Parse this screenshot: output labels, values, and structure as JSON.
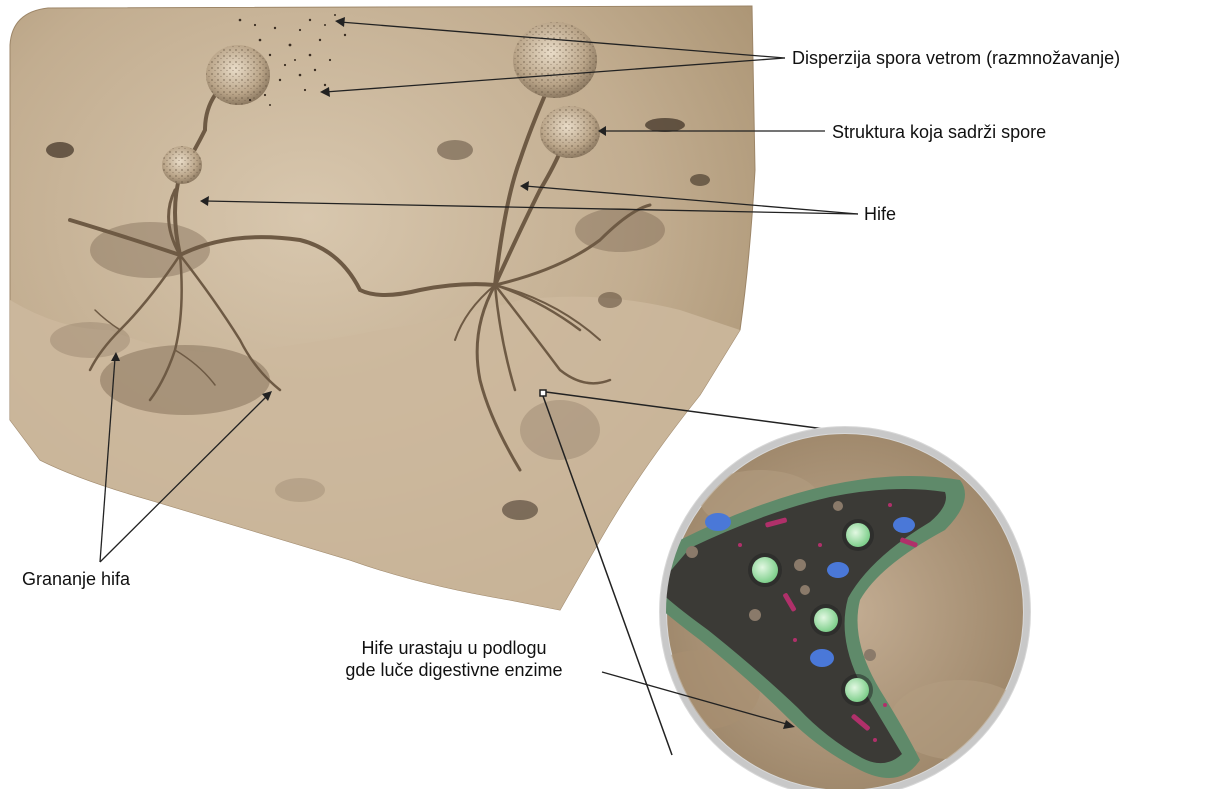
{
  "labels": {
    "dispersal": "Disperzija spora vetrom (razmnožavanje)",
    "structure": "Struktura koja sadrži spore",
    "hyphae": "Hife",
    "branching": "Grananje hifa",
    "grow_line1": "Hife urastaju u podlogu",
    "grow_line2": "gde luče digestivne enzime"
  },
  "colors": {
    "substrate": "#c7b49a",
    "substrate_dark": "#8a7660",
    "hypha": "#6e5a44",
    "sporangium": "#cbb69c",
    "membrane": "#5f8a6a",
    "cytoplasm": "#3b3a36",
    "vesicle_green": "#9fe0a8",
    "vesicle_blue": "#4a78d8",
    "pigment": "#b0306a",
    "label_text": "#111111",
    "leader_line": "#222222"
  }
}
